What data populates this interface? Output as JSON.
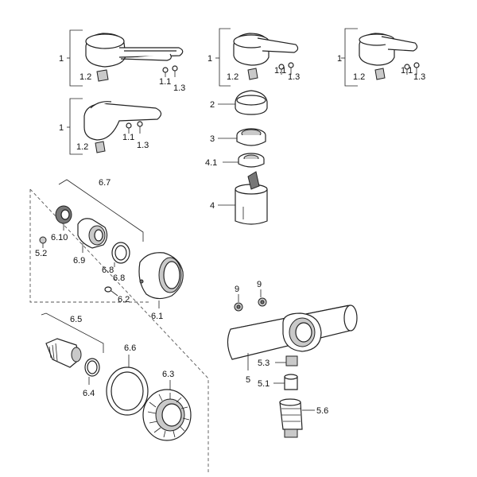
{
  "labels": {
    "l_1a": "1",
    "l_12a": "1.2",
    "l_11a": "1.1",
    "l_13a": "1.3",
    "l_1b": "1",
    "l_12b": "1.2",
    "l_11b": "1.1",
    "l_13b": "1.3",
    "l_1c": "1",
    "l_12c": "1.2",
    "l_11c": "1.1",
    "l_13c": "1.3",
    "l_1d": "1",
    "l_12d": "1.2",
    "l_11d": "1.1",
    "l_13d": "1.3",
    "l_2": "2",
    "l_3": "3",
    "l_41": "4.1",
    "l_4": "4",
    "l_67": "6.7",
    "l_610": "6.10",
    "l_52": "5.2",
    "l_69": "6.9",
    "l_68a": "6.8",
    "l_68b": "6.8",
    "l_62": "6.2",
    "l_61": "6.1",
    "l_65": "6.5",
    "l_64": "6.4",
    "l_66": "6.6",
    "l_63": "6.3",
    "l_9a": "9",
    "l_9b": "9",
    "l_53": "5.3",
    "l_5": "5",
    "l_51": "5.1",
    "l_56": "5.6"
  }
}
